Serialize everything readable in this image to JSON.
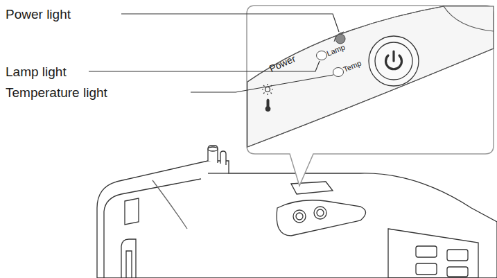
{
  "diagram": {
    "labels": [
      "Power light",
      "Lamp light",
      "Temperature light",
      "Power",
      "Lamp",
      "Temp"
    ]
  }
}
